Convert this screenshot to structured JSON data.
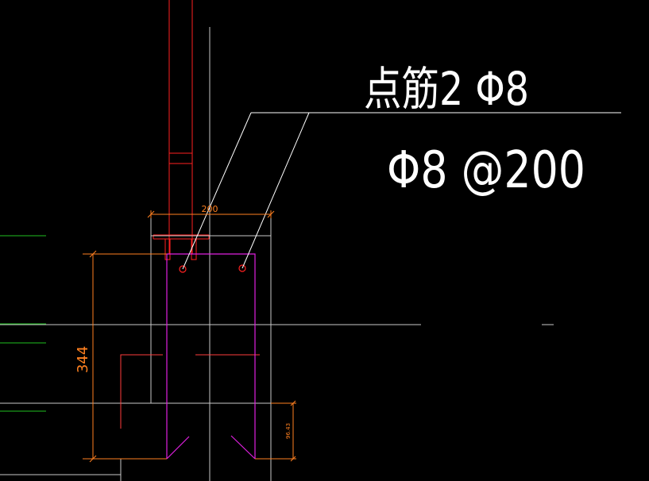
{
  "labels": {
    "point_rebar": "点筋2 Φ8",
    "stirrup": "Φ8 @200",
    "dim_width": "200",
    "dim_height": "344",
    "dim_small": "96.43"
  },
  "colors": {
    "background": "#000000",
    "white_lines": "#ffffff",
    "gray_lines": "#c8c8c8",
    "red_lines": "#ff2020",
    "dimension": "#ff8020",
    "rebar": "#e020e0",
    "green_ticks": "#20c020"
  }
}
